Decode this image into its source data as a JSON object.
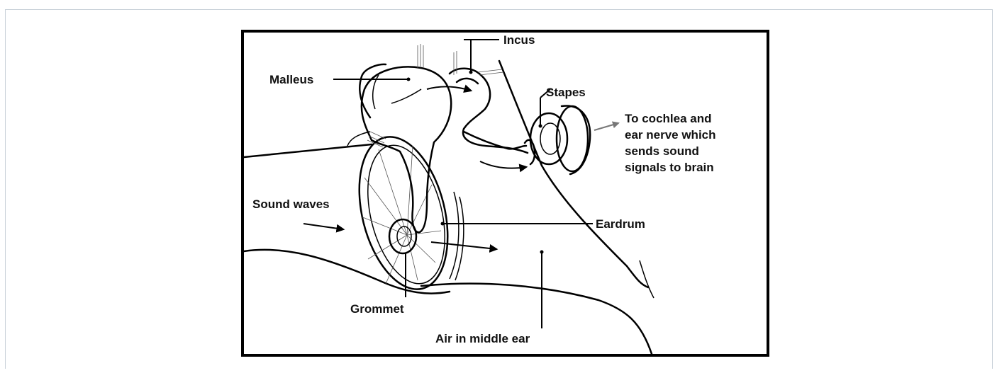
{
  "labels": {
    "incus": "Incus",
    "malleus": "Malleus",
    "stapes": "Stapes",
    "cochlea_line1": "To cochlea and",
    "cochlea_line2": "ear nerve which",
    "cochlea_line3": "sends sound",
    "cochlea_line4": "signals to brain",
    "sound_waves": "Sound waves",
    "eardrum": "Eardrum",
    "grommet": "Grommet",
    "air_middle_ear": "Air in middle ear"
  }
}
